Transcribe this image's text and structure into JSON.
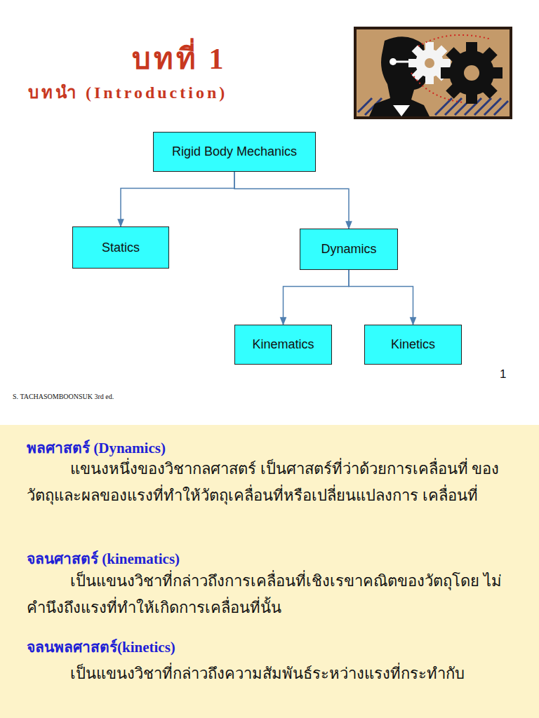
{
  "diagram": {
    "title": "บทที่ 1",
    "nodes": [
      {
        "text": [
          "Rigid Body Mechanics"
        ]
      },
      {
        "text": [
          "Statics"
        ]
      },
      {
        "text": [
          "Dynamics"
        ]
      },
      {
        "text": [
          "Kinematics"
        ]
      },
      {
        "text": [
          "Kinetics"
        ]
      },
      {
        "text": [
          "พลศาสตร์ (Dynamics)",
          "แขนงหนึ่งของวิชากลศาสตร์ เป็นศาสตร์ที่ว่าด้วยการเคลื่อนที่ ของวัตถุและผลของแรงที่ทำให้วัตถุเคลื่อนที่หรือเปลี่ยนแปลงการ เคลื่อนที่",
          "จลนศาสตร์ (kinematics)",
          "เป็นแขนงวิชาที่กล่าวถึงการเคลื่อนที่เชิงเรขาคณิตของวัตถุโดย ไม่คำนึงถึงแรงที่ทำให้เกิดการเคลื่อนที่นั้น",
          "จลนพลศาสตร์(kinetics)",
          "เป็นแขนงวิชาที่กล่าวถึงความสัมพันธ์ระหว่างแรงที่กระทำกับ"
        ]
      }
    ],
    "edges": [
      {
        "from": 0,
        "to": 1,
        "arrow": "to"
      },
      {
        "from": 0,
        "to": 2,
        "arrow": "to"
      },
      {
        "from": 2,
        "to": 3,
        "arrow": "to"
      },
      {
        "from": 2,
        "to": 4,
        "arrow": "to"
      }
    ],
    "labels": [
      "บทนำ (Introduction)",
      "1",
      "S. TACHASOMBOONSUK  3rd ed."
    ]
  }
}
